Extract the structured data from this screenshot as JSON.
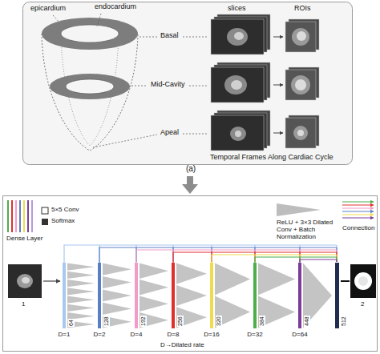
{
  "diagram": {
    "nodes": [
      {
        "text": [
          "(a)"
        ]
      }
    ],
    "labels": [
      "epicardium",
      "endocardium",
      "slices",
      "ROIs",
      "Basal",
      "Mid-Cavity",
      "Apeal",
      "Temporal Frames Along Cardiac Cycle",
      "1",
      "64",
      "128",
      "192",
      "256",
      "320",
      "384",
      "448",
      "512",
      "2",
      "D=1",
      "D=2",
      "D=4",
      "D=8",
      "D=16",
      "D=32",
      "D=64",
      "D→Dilated rate"
    ],
    "legend": [
      {
        "text": "Dense Layer"
      },
      {
        "text": "5×5 Conv"
      },
      {
        "text": "Softmax"
      },
      {
        "text": "ReLU + 3×3 Dilated Conv + Batch Normalization"
      },
      {
        "text": "Connection"
      }
    ]
  }
}
